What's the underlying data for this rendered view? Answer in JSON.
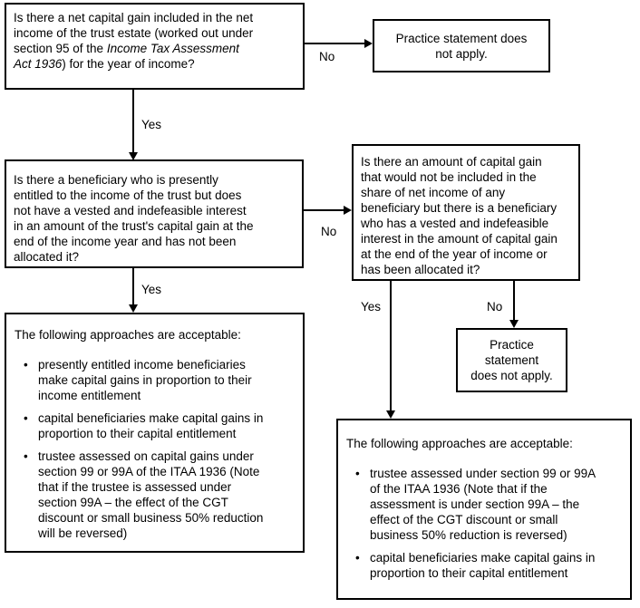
{
  "diagram": {
    "q1": {
      "before": "Is there a net capital gain included in the net\nincome of the trust estate (worked out under\nsection 95 of the ",
      "italic": "Income Tax Assessment\nAct 1936",
      "after": ") for the year of income?"
    },
    "practice_top": "Practice statement does\nnot apply.",
    "q2": "Is there a beneficiary who is presently\nentitled to the income of the trust but does\nnot have a vested and indefeasible interest\nin an amount of the trust's capital gain at the\nend of the income year and has not been\nallocated it?",
    "q3": "Is there an amount of capital gain\nthat would not be included in the\nshare of net income of any\nbeneficiary but there is a beneficiary\nwho has a vested and indefeasible\ninterest in the amount of capital gain\nat the end of the year of income or\nhas been allocated it?",
    "practice_small": "Practice\nstatement\ndoes not apply.",
    "approaches_left": {
      "title": "The following approaches are acceptable:",
      "bullets": [
        "presently entitled income beneficiaries\nmake capital gains in proportion to their\nincome entitlement",
        "capital beneficiaries make capital gains in\nproportion to their capital entitlement",
        "trustee assessed on capital gains under\nsection 99 or 99A of the ITAA 1936 (Note\nthat if the trustee is assessed under\nsection 99A – the effect of the CGT\ndiscount or small business 50% reduction\nwill be reversed)"
      ]
    },
    "approaches_right": {
      "title": "The following approaches are acceptable:",
      "bullets": [
        "trustee assessed under section 99 or 99A\nof the ITAA 1936 (Note that if the\nassessment is under section 99A – the\neffect of the CGT discount or small\nbusiness 50% reduction is reversed)",
        "capital beneficiaries make capital gains in\nproportion to their capital entitlement"
      ]
    },
    "labels": {
      "no_q1": "No",
      "yes_q1": "Yes",
      "no_q2": "No",
      "yes_q2": "Yes",
      "yes_q3": "Yes",
      "no_q3": "No"
    },
    "colors": {
      "line": "#000000",
      "background": "#ffffff"
    }
  }
}
